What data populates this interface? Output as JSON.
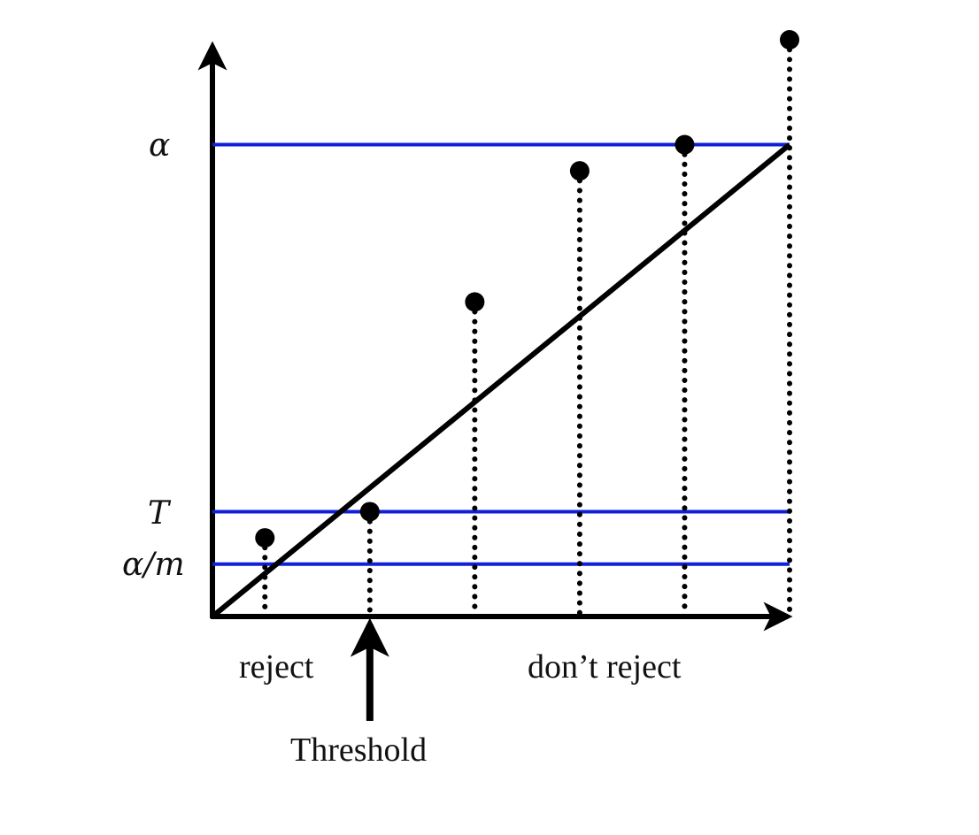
{
  "labels": {
    "alpha": "α",
    "threshold_level": "T",
    "alpha_over_m": "α/m",
    "reject": "reject",
    "dont_reject": "don’t reject",
    "threshold": "Threshold"
  },
  "chart_data": {
    "type": "scatter",
    "x_range": [
      0,
      5.5
    ],
    "y_range": [
      0,
      1.1
    ],
    "points": [
      {
        "x": 0.5,
        "y": 0.15
      },
      {
        "x": 1.5,
        "y": 0.2
      },
      {
        "x": 2.5,
        "y": 0.6
      },
      {
        "x": 3.5,
        "y": 0.85
      },
      {
        "x": 4.5,
        "y": 0.9
      },
      {
        "x": 5.5,
        "y": 1.1
      }
    ],
    "reference_lines": [
      {
        "level": "alpha",
        "y": 0.9
      },
      {
        "level": "T",
        "y": 0.2
      },
      {
        "level": "alpha_over_m",
        "y": 0.1
      }
    ],
    "diagonal": {
      "from": [
        0,
        0
      ],
      "to": [
        5.5,
        0.9
      ]
    },
    "threshold_x": 1.5,
    "colors": {
      "reference_lines": "#1020d8",
      "marks": "#000000"
    }
  }
}
